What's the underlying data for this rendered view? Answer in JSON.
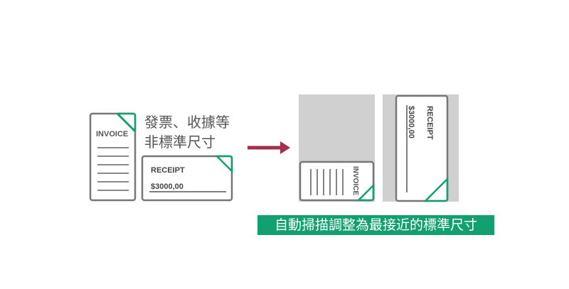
{
  "before": {
    "invoice_label": "INVOICE",
    "receipt_label": "RECEIPT",
    "receipt_amount": "$3000,00",
    "caption_line1": "發票、收據等",
    "caption_line2": "非標準尺寸"
  },
  "after": {
    "invoice_label": "INVOICE",
    "receipt_label": "RECEIPT",
    "receipt_amount": "$3000,00",
    "banner": "自動掃描調整為最接近的標準尺寸"
  },
  "colors": {
    "accent_green": "#12a070",
    "arrow": "#a3304a",
    "outline": "#777777",
    "page_bg": "#d0d0d0"
  }
}
